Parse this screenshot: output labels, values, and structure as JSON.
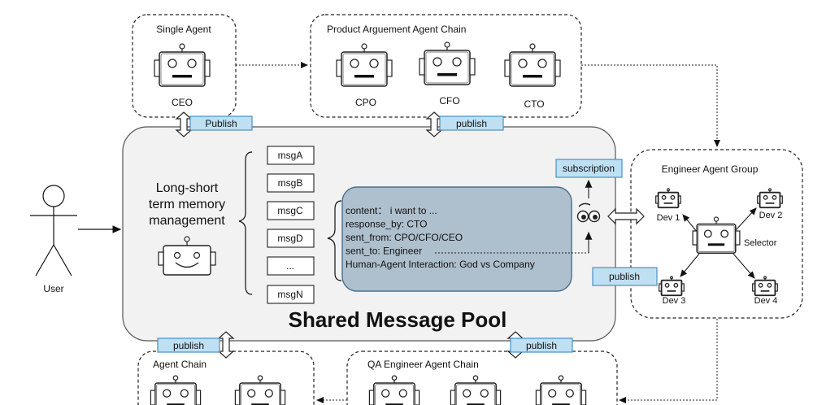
{
  "user": {
    "label": "User"
  },
  "single_agent": {
    "title": "Single Agent",
    "robot": "CEO"
  },
  "product_chain": {
    "title": "Product Arguement Agent Chain",
    "robots": [
      "CPO",
      "CFO",
      "CTO"
    ]
  },
  "pool": {
    "title": "Shared Message Pool",
    "memory_lines": [
      "Long-short",
      "term memory",
      "management"
    ],
    "messages": [
      "msgA",
      "msgB",
      "msgC",
      "msgD",
      "...",
      "msgN"
    ],
    "content_lines": [
      "content： i want to ...",
      "response_by: CTO",
      "sent_from: CPO/CFO/CEO",
      "sent_to: Engineer",
      "Human-Agent Interaction: God vs Company"
    ]
  },
  "engineer_group": {
    "title": "Engineer Agent Group",
    "selector": "Selector",
    "devs": [
      "Dev 1",
      "Dev 2",
      "Dev 3",
      "Dev 4"
    ]
  },
  "agent_chain": {
    "title": "Agent Chain"
  },
  "qa_chain": {
    "title": "QA Engineer Agent Chain"
  },
  "tags": {
    "publish_upper": "Publish",
    "publish_product": "publish",
    "subscription": "subscription",
    "publish_engineer": "publish",
    "publish_bottom_left": "publish",
    "publish_bottom_right": "publish"
  },
  "colors": {
    "tag_fill": "#bfe0f2",
    "tag_stroke": "#4a90c4",
    "message_panel": "#aebfcd",
    "pool_fill": "#f2f2f2"
  },
  "icons": [
    "stick-figure-user-icon",
    "robot-face-icon",
    "eye-icon",
    "double-arrow-icon"
  ]
}
